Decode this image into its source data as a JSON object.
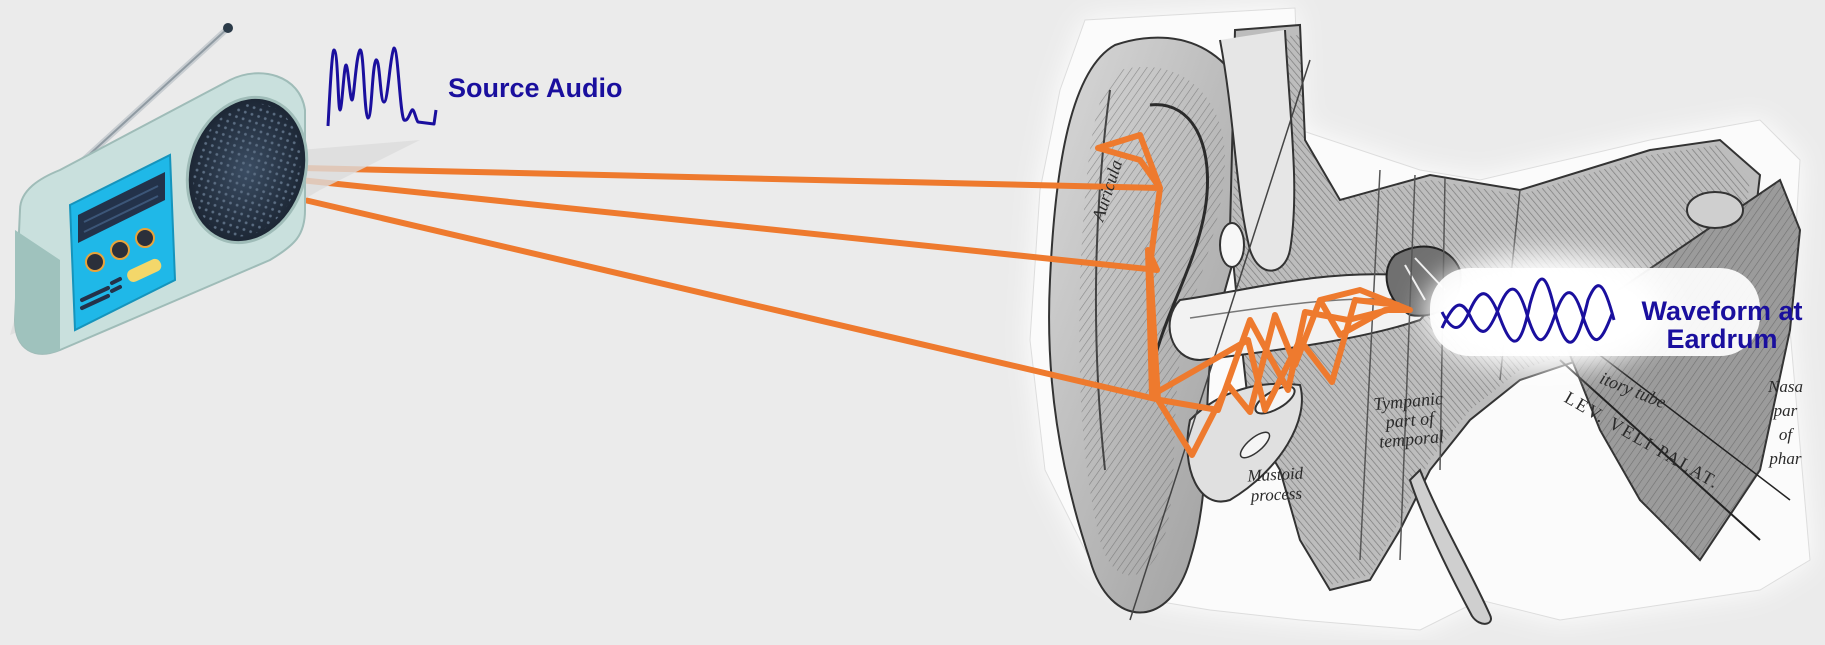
{
  "labels": {
    "source_audio": "Source Audio",
    "waveform_line1": "Waveform at",
    "waveform_line2": "Eardrum"
  },
  "anatomy_labels": {
    "tympanic_1": "Tympanic",
    "tympanic_2": "part of",
    "tympanic_3": "temporal",
    "mastoid_1": "Mastoid",
    "mastoid_2": "process",
    "auditory": "itory tube",
    "lev_veli": "LEV. VELI PALAT.",
    "nasal_1": "Nasa",
    "nasal_2": "par",
    "nasal_3": "of",
    "nasal_4": "phar",
    "auricula": "Auricula"
  },
  "colors": {
    "background": "#ebebeb",
    "label": "#1a0f9e",
    "waveform": "#1a0f9e",
    "sound_path": "#ee7a2e",
    "radio_body": "#c9e0dd",
    "radio_panel": "#1fb8e8",
    "speaker": "#263445"
  },
  "icons": [
    "radio-icon",
    "source-waveform-icon",
    "eardrum-waveform-icon",
    "ear-anatomy-illustration"
  ]
}
